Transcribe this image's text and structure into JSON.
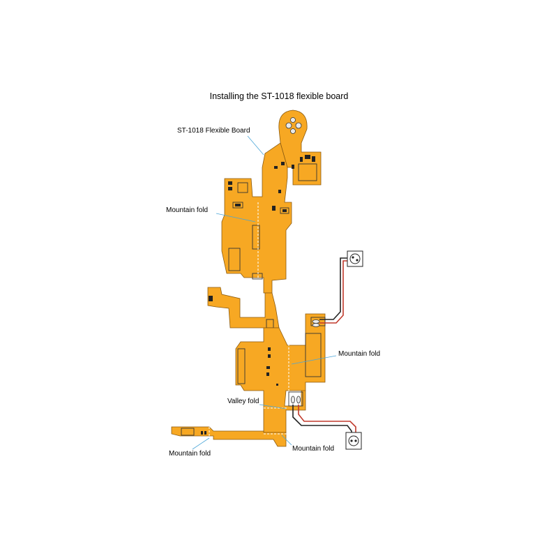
{
  "title": "Installing the ST-1018 flexible board",
  "labels": {
    "board": "ST-1018 Flexible Board",
    "mountain_fold_1": "Mountain fold",
    "mountain_fold_2": "Mountain fold",
    "valley_fold": "Valley fold",
    "mountain_fold_3": "Mountain fold",
    "mountain_fold_4": "Mountain fold"
  },
  "colors": {
    "board": "#F7A823",
    "leader_line": "#4aa6d8",
    "wire_black": "#222222",
    "wire_red": "#c0392b"
  }
}
